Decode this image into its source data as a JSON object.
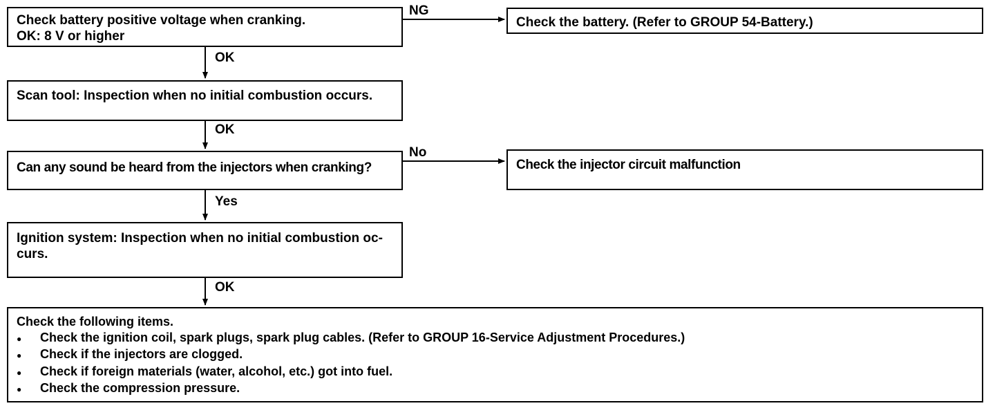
{
  "boxes": {
    "battery": {
      "line1": "Check battery positive voltage when cranking.",
      "line2": "OK: 8 V or higher"
    },
    "battery_ng": {
      "line1": "Check the battery. (Refer to GROUP 54-Battery.)"
    },
    "scan_tool": {
      "line1": "Scan tool: Inspection when no initial combustion occurs."
    },
    "injector_sound": {
      "line1": "Can any sound be heard from the injectors when cranking?"
    },
    "injector_no": {
      "line1": "Check the injector circuit malfunction"
    },
    "ignition": {
      "line1": "Ignition system: Inspection when no initial combustion oc-",
      "line2": "curs."
    },
    "final": {
      "heading": "Check the following items.",
      "items": [
        "Check the ignition coil, spark plugs, spark plug cables. (Refer to GROUP 16-Service Adjustment Procedures.)",
        "Check if the injectors are clogged.",
        "Check if foreign materials (water, alcohol, etc.) got into fuel.",
        "Check the compression pressure."
      ],
      "bullet": "●"
    }
  },
  "labels": {
    "ng": "NG",
    "ok1": "OK",
    "ok2": "OK",
    "no": "No",
    "yes": "Yes",
    "ok3": "OK"
  }
}
